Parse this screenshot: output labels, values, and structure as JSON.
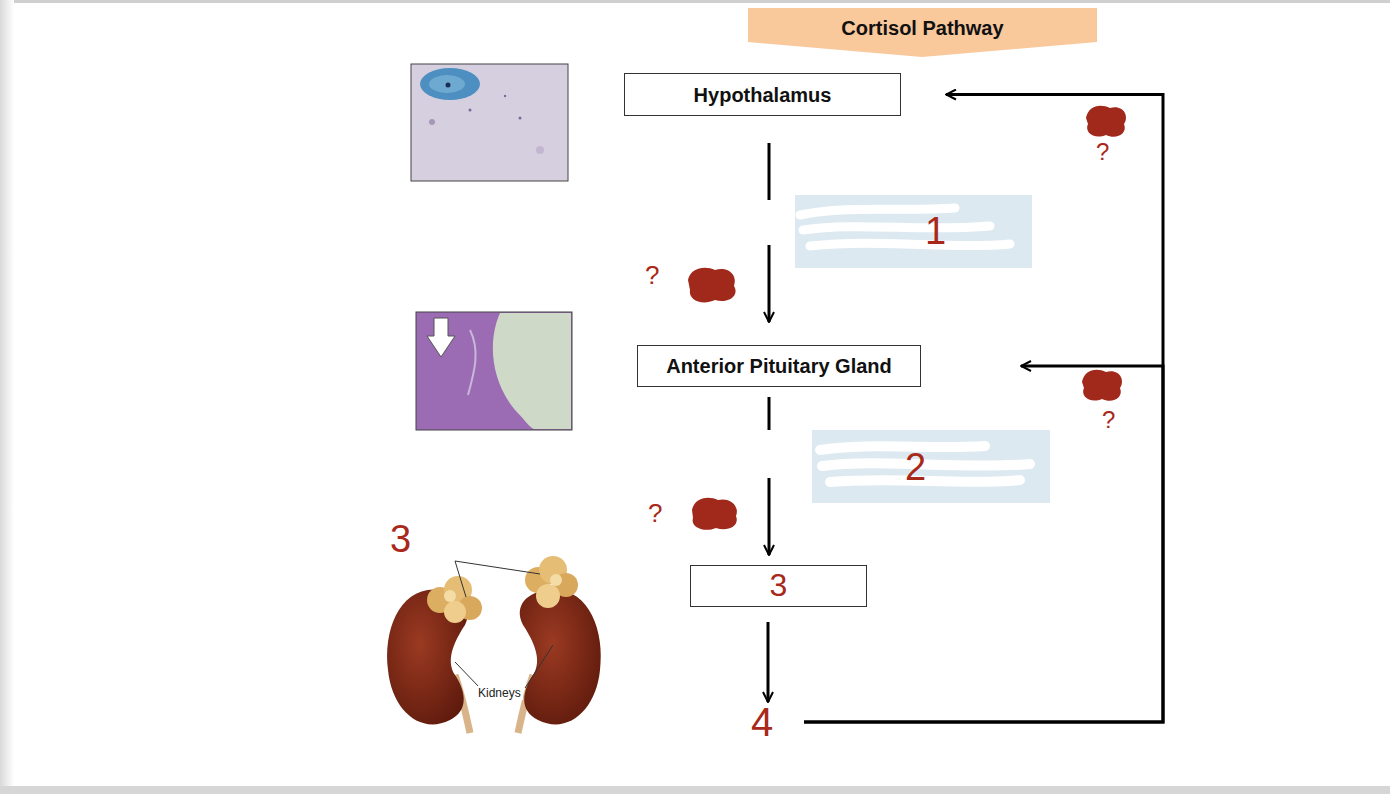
{
  "diagram": {
    "title": "Cortisol Pathway",
    "nodes": [
      {
        "text": [
          "Hypothalamus"
        ]
      },
      {
        "text": [
          "Anterior Pituitary Gland"
        ]
      },
      {
        "text": [
          "3"
        ]
      },
      {
        "text": [
          "4"
        ]
      }
    ],
    "edges": [
      {
        "from": 0,
        "to": 1,
        "arrow": "to"
      },
      {
        "from": 1,
        "to": 2,
        "arrow": "to"
      },
      {
        "from": 2,
        "to": 3,
        "arrow": "to"
      },
      {
        "from": 3,
        "to": 0,
        "arrow": "to"
      },
      {
        "from": 3,
        "to": 1,
        "arrow": "to"
      }
    ],
    "labels": [
      "?",
      "1",
      "?",
      "?",
      "2",
      "?",
      "3",
      "Kidneys"
    ]
  }
}
